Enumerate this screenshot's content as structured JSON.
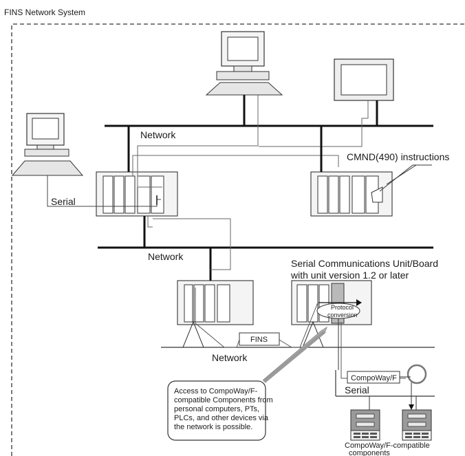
{
  "diagram": {
    "title": "FINS Network System",
    "labels": {
      "network_top": "Network",
      "network_mid": "Network",
      "network_bottom": "Network",
      "serial_left": "Serial",
      "serial_right": "Serial",
      "cmnd": "CMND(490) instructions",
      "scu_line1": "Serial Communications Unit/Board",
      "scu_line2": "with unit version 1.2 or later",
      "protocol_line1": "Protocol",
      "protocol_line2": "conversion",
      "fins": "FINS",
      "compoway_box": "CompoWay/F",
      "components_line1": "CompoWay/F-compatible",
      "components_line2": "components"
    },
    "callout": [
      "Access to CompoWay/F-",
      "compatible Components from",
      "personal computers, PTs,",
      "PLCs, and other devices via",
      "the network is possible."
    ]
  }
}
